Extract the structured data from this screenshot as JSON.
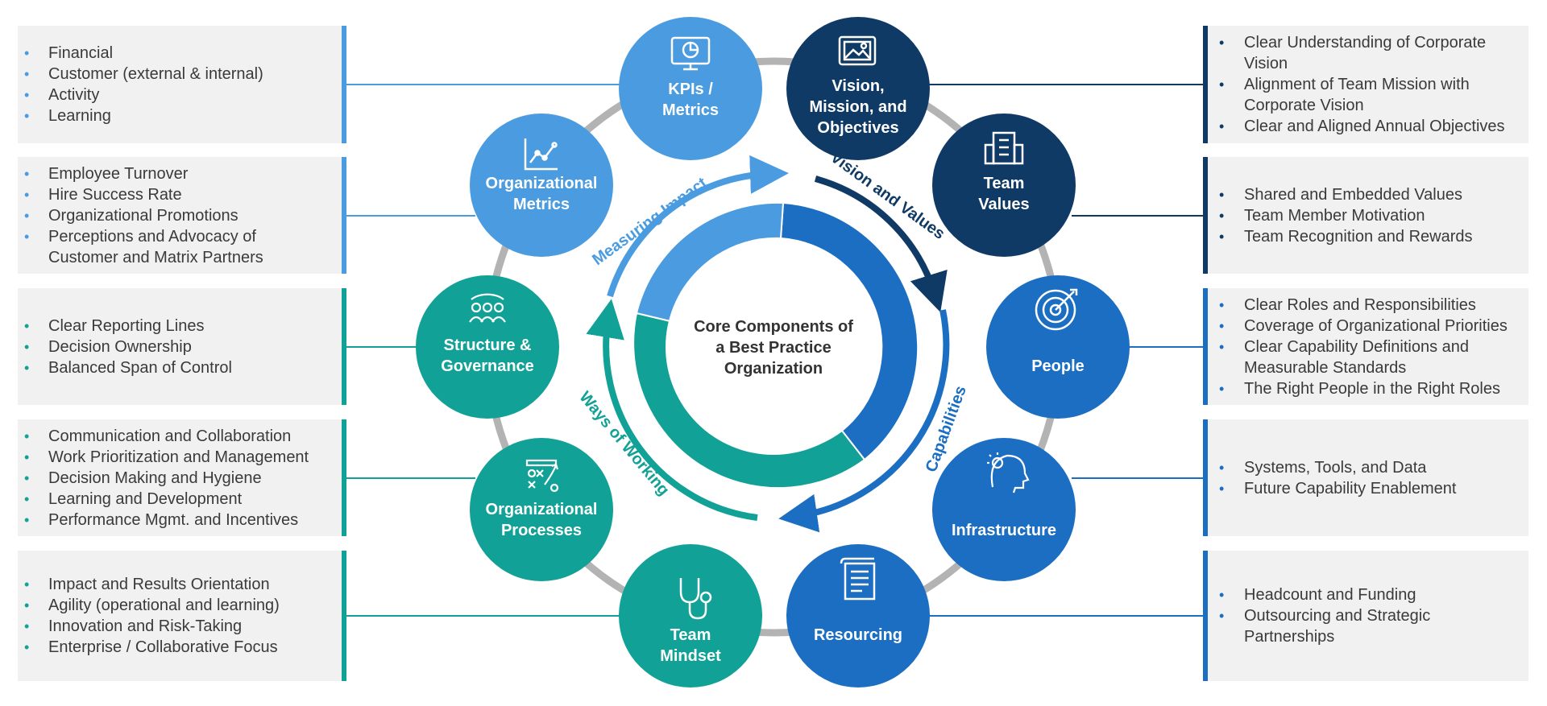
{
  "center": {
    "line1": "Core Components of",
    "line2": "a Best Practice",
    "line3": "Organization"
  },
  "arcs": {
    "measuring_impact": "Measuring Impact",
    "vision_and_values": "Vision and Values",
    "capabilities": "Capabilities",
    "ways_of_working": "Ways of Working"
  },
  "circles": {
    "kpis": {
      "line1": "KPIs /",
      "line2": "Metrics"
    },
    "vision": {
      "line1": "Vision,",
      "line2": "Mission, and",
      "line3": "Objectives"
    },
    "org_metrics": {
      "line1": "Organizational",
      "line2": "Metrics"
    },
    "team_values": {
      "line1": "Team",
      "line2": "Values"
    },
    "structure": {
      "line1": "Structure &",
      "line2": "Governance"
    },
    "people": {
      "line1": "People"
    },
    "org_processes": {
      "line1": "Organizational",
      "line2": "Processes"
    },
    "infrastructure": {
      "line1": "Infrastructure"
    },
    "team_mindset": {
      "line1": "Team",
      "line2": "Mindset"
    },
    "resourcing": {
      "line1": "Resourcing"
    }
  },
  "left_boxes": [
    {
      "items": [
        "Financial",
        "Customer (external & internal)",
        "Activity",
        "Learning"
      ]
    },
    {
      "items": [
        "Employee Turnover",
        "Hire Success Rate",
        "Organizational Promotions",
        "Perceptions and Advocacy of",
        "Customer and Matrix Partners"
      ]
    },
    {
      "items": [
        "Clear Reporting Lines",
        "Decision Ownership",
        "Balanced Span of Control"
      ]
    },
    {
      "items": [
        "Communication and Collaboration",
        "Work Prioritization and Management",
        "Decision Making and Hygiene",
        "Learning and Development",
        "Performance Mgmt. and Incentives"
      ]
    },
    {
      "items": [
        "Impact and Results Orientation",
        "Agility (operational and learning)",
        "Innovation and Risk-Taking",
        "Enterprise / Collaborative Focus"
      ]
    }
  ],
  "right_boxes": [
    {
      "items": [
        "Clear Understanding of Corporate",
        "Vision",
        "Alignment of Team Mission with",
        "Corporate Vision",
        "Clear and Aligned Annual Objectives"
      ]
    },
    {
      "items": [
        "Shared and Embedded Values",
        "Team Member Motivation",
        "Team Recognition and Rewards"
      ]
    },
    {
      "items": [
        "Clear Roles and Responsibilities",
        "Coverage of Organizational Priorities",
        "Clear Capability Definitions and",
        "Measurable Standards",
        "The Right People in the Right Roles"
      ]
    },
    {
      "items": [
        "Systems, Tools, and Data",
        "Future Capability Enablement"
      ]
    },
    {
      "items": [
        "Headcount and Funding",
        "Outsourcing and Strategic",
        "Partnerships"
      ]
    }
  ],
  "colors": {
    "light_blue": "#4a9be0",
    "navy": "#0f3a66",
    "medium_blue": "#1b6ec2",
    "teal": "#12a196",
    "box_bg": "#f1f1f1",
    "ring_gray": "#b3b3b3"
  }
}
